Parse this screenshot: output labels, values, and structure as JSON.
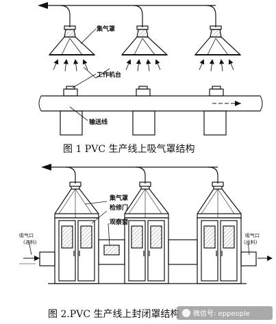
{
  "figure1": {
    "labels": {
      "hood": "集气罩",
      "workbench": "工作机台",
      "conveyor": "输送线"
    },
    "caption": "图 1   PVC 生产线上吸气罩结构"
  },
  "figure2": {
    "labels": {
      "hood": "集气罩",
      "door": "检修门",
      "window": "观察窗",
      "inlet": "吸气口",
      "inlet_in": "(进料)",
      "outlet": "吸气口",
      "outlet_out": "(出料)"
    },
    "caption": "图 2.PVC 生产线上封闭罩结构"
  },
  "watermark": {
    "text": "微信号: eppeople"
  }
}
